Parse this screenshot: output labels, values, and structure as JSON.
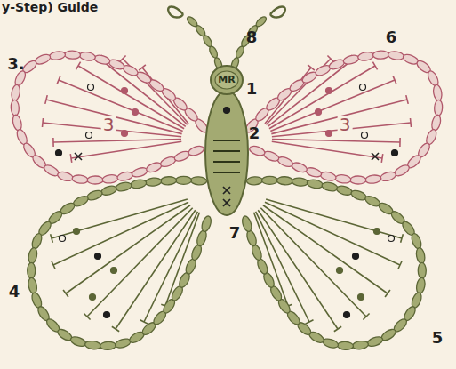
{
  "diagram": {
    "title": "y-Step) Guide",
    "nodes": [
      {
        "text": [
          "MR"
        ]
      }
    ],
    "labels": [
      "8",
      "6",
      "3.",
      "1",
      "2",
      "3",
      "3",
      "4",
      "7",
      "5"
    ]
  }
}
